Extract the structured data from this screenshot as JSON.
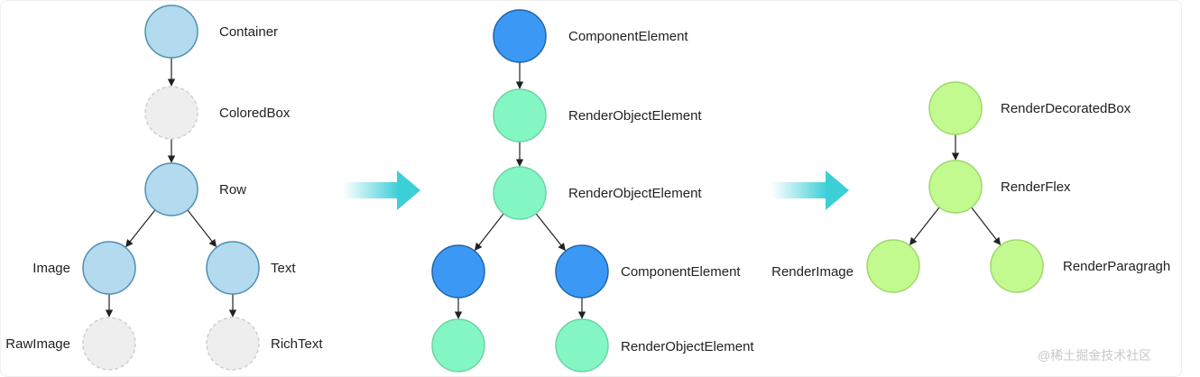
{
  "colors": {
    "widget": "#b3daee",
    "widget_stroke": "#4f8fb1",
    "ghost": "#eeeeee",
    "ghost_stroke": "#cfcfcf",
    "component": "#3b99f5",
    "component_stroke": "#2266aa",
    "render_object_element": "#84f6c3",
    "render_object_element_stroke": "#6cd3a6",
    "render_object": "#c3fa8f",
    "render_object_stroke": "#9ed86c",
    "arrow_band": "#3ccfd8",
    "edge": "#222222",
    "label": "#222222"
  },
  "diagram": {
    "widget_tree": {
      "nodes": [
        {
          "id": "w-container",
          "label": "Container",
          "kind": "widget"
        },
        {
          "id": "w-coloredbox",
          "label": "ColoredBox",
          "kind": "ghost"
        },
        {
          "id": "w-row",
          "label": "Row",
          "kind": "widget"
        },
        {
          "id": "w-image",
          "label": "Image",
          "kind": "widget"
        },
        {
          "id": "w-text",
          "label": "Text",
          "kind": "widget"
        },
        {
          "id": "w-rawimage",
          "label": "RawImage",
          "kind": "ghost"
        },
        {
          "id": "w-richtext",
          "label": "RichText",
          "kind": "ghost"
        }
      ],
      "edges": [
        [
          "w-container",
          "w-coloredbox"
        ],
        [
          "w-coloredbox",
          "w-row"
        ],
        [
          "w-row",
          "w-image"
        ],
        [
          "w-row",
          "w-text"
        ],
        [
          "w-image",
          "w-rawimage"
        ],
        [
          "w-text",
          "w-richtext"
        ]
      ]
    },
    "element_tree": {
      "nodes": [
        {
          "id": "e-comp1",
          "label": "ComponentElement",
          "kind": "component"
        },
        {
          "id": "e-roe1",
          "label": "RenderObjectElement",
          "kind": "render_object_element"
        },
        {
          "id": "e-roe2",
          "label": "RenderObjectElement",
          "kind": "render_object_element"
        },
        {
          "id": "e-comp-left",
          "label": "",
          "kind": "component"
        },
        {
          "id": "e-comp-right",
          "label": "ComponentElement",
          "kind": "component"
        },
        {
          "id": "e-roe-left",
          "label": "",
          "kind": "render_object_element"
        },
        {
          "id": "e-roe-right",
          "label": "RenderObjectElement",
          "kind": "render_object_element"
        }
      ],
      "edges": [
        [
          "e-comp1",
          "e-roe1"
        ],
        [
          "e-roe1",
          "e-roe2"
        ],
        [
          "e-roe2",
          "e-comp-left"
        ],
        [
          "e-roe2",
          "e-comp-right"
        ],
        [
          "e-comp-left",
          "e-roe-left"
        ],
        [
          "e-comp-right",
          "e-roe-right"
        ]
      ]
    },
    "render_tree": {
      "nodes": [
        {
          "id": "r-decorated",
          "label": "RenderDecoratedBox",
          "kind": "render_object"
        },
        {
          "id": "r-flex",
          "label": "RenderFlex",
          "kind": "render_object"
        },
        {
          "id": "r-image",
          "label": "RenderImage",
          "kind": "render_object"
        },
        {
          "id": "r-paragraph",
          "label": "RenderParagragh",
          "kind": "render_object"
        }
      ],
      "edges": [
        [
          "r-decorated",
          "r-flex"
        ],
        [
          "r-flex",
          "r-image"
        ],
        [
          "r-flex",
          "r-paragraph"
        ]
      ]
    }
  },
  "watermark": "@稀土掘金技术社区"
}
